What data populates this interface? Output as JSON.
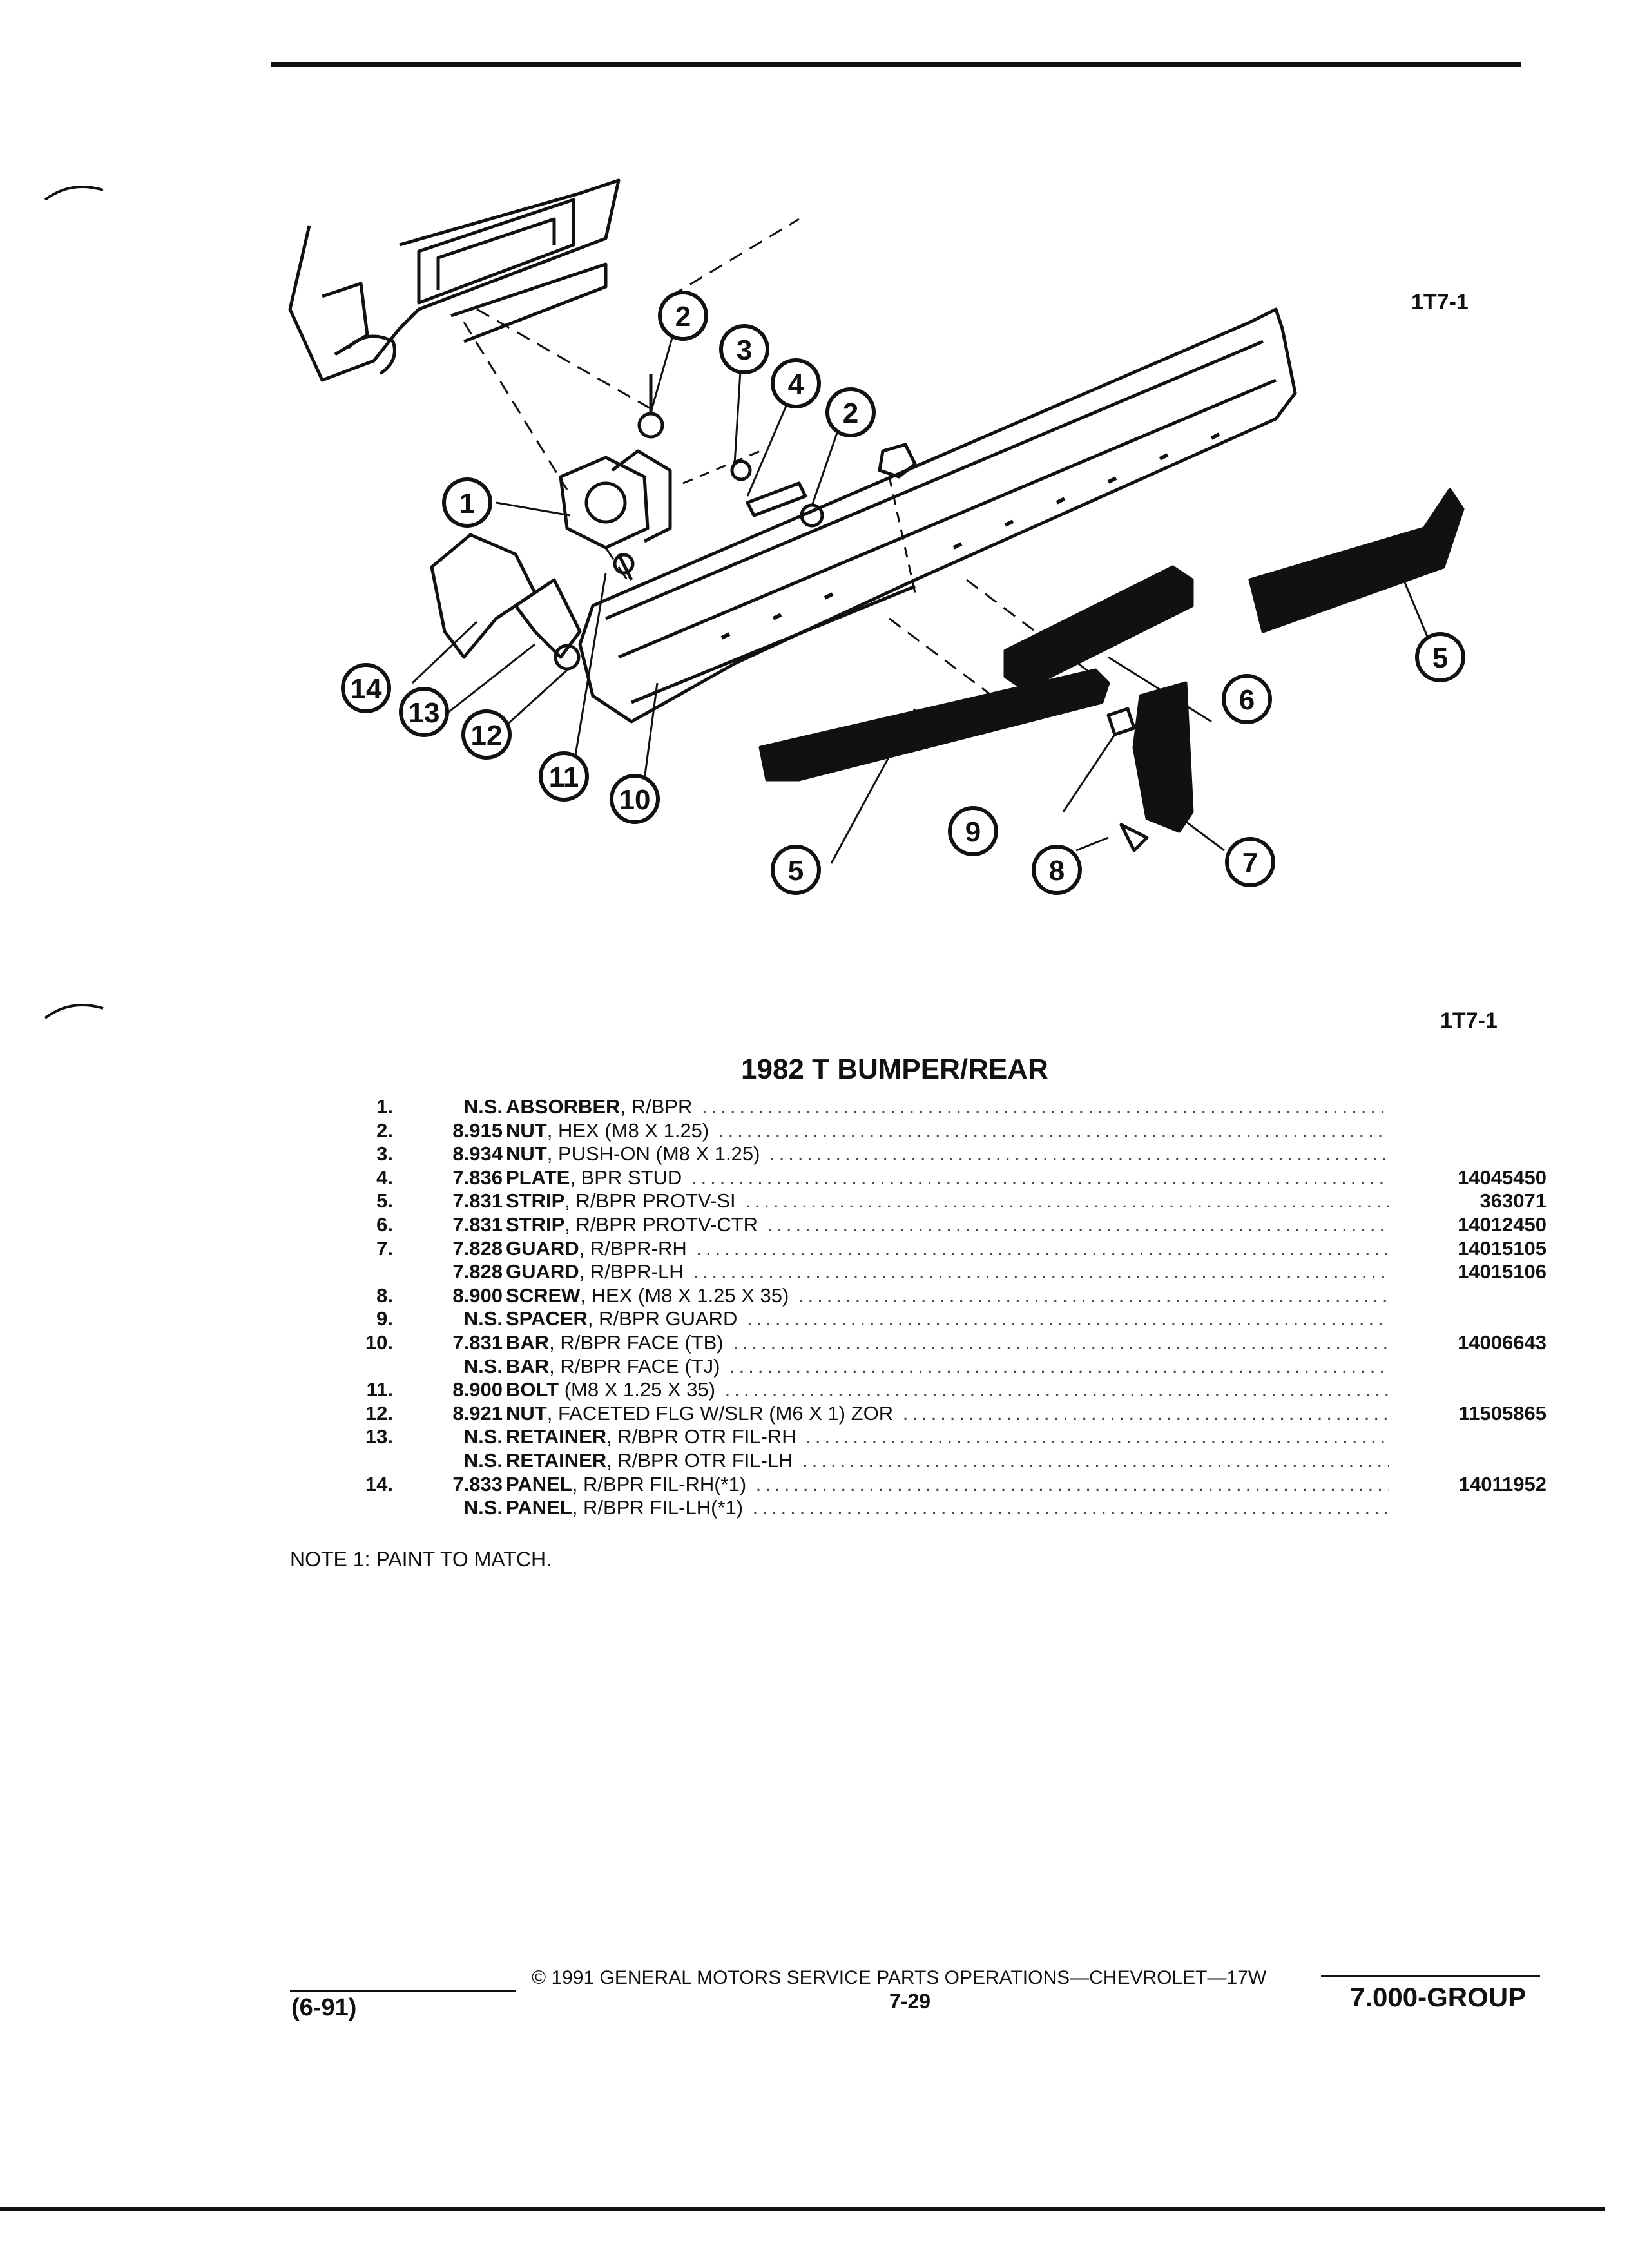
{
  "figure_code_top": "1T7-1",
  "figure_code_mid": "1T7-1",
  "title": "1982 T BUMPER/REAR",
  "callouts": [
    "1",
    "2",
    "2",
    "3",
    "4",
    "5",
    "5",
    "6",
    "7",
    "8",
    "9",
    "10",
    "11",
    "12",
    "13",
    "14"
  ],
  "parts": [
    {
      "no": "1.",
      "grp": "N.S.",
      "name": "ABSORBER",
      "detail": ", R/BPR",
      "pn": ""
    },
    {
      "no": "2.",
      "grp": "8.915",
      "name": "NUT",
      "detail": ", HEX (M8 X 1.25)",
      "pn": ""
    },
    {
      "no": "3.",
      "grp": "8.934",
      "name": "NUT",
      "detail": ", PUSH-ON (M8 X 1.25)",
      "pn": ""
    },
    {
      "no": "4.",
      "grp": "7.836",
      "name": "PLATE",
      "detail": ", BPR STUD",
      "pn": "14045450"
    },
    {
      "no": "5.",
      "grp": "7.831",
      "name": "STRIP",
      "detail": ", R/BPR PROTV-SI",
      "pn": "363071"
    },
    {
      "no": "6.",
      "grp": "7.831",
      "name": "STRIP",
      "detail": ", R/BPR PROTV-CTR",
      "pn": "14012450"
    },
    {
      "no": "7.",
      "grp": "7.828",
      "name": "GUARD",
      "detail": ", R/BPR-RH",
      "pn": "14015105"
    },
    {
      "no": "",
      "grp": "7.828",
      "name": "GUARD",
      "detail": ", R/BPR-LH",
      "pn": "14015106"
    },
    {
      "no": "8.",
      "grp": "8.900",
      "name": "SCREW",
      "detail": ", HEX (M8 X 1.25 X 35)",
      "pn": ""
    },
    {
      "no": "9.",
      "grp": "N.S.",
      "name": "SPACER",
      "detail": ", R/BPR GUARD",
      "pn": ""
    },
    {
      "no": "10.",
      "grp": "7.831",
      "name": "BAR",
      "detail": ", R/BPR FACE (TB)",
      "pn": "14006643"
    },
    {
      "no": "",
      "grp": "N.S.",
      "name": "BAR",
      "detail": ", R/BPR FACE (TJ)",
      "pn": ""
    },
    {
      "no": "11.",
      "grp": "8.900",
      "name": "BOLT",
      "detail": " (M8 X 1.25 X 35)",
      "pn": ""
    },
    {
      "no": "12.",
      "grp": "8.921",
      "name": "NUT",
      "detail": ", FACETED FLG W/SLR (M6 X 1) ZOR",
      "pn": "11505865"
    },
    {
      "no": "13.",
      "grp": "N.S.",
      "name": "RETAINER",
      "detail": ", R/BPR OTR FIL-RH",
      "pn": ""
    },
    {
      "no": "",
      "grp": "N.S.",
      "name": "RETAINER",
      "detail": ", R/BPR OTR FIL-LH",
      "pn": ""
    },
    {
      "no": "14.",
      "grp": "7.833",
      "name": "PANEL",
      "detail": ", R/BPR FIL-RH(*1)",
      "pn": "14011952"
    },
    {
      "no": "",
      "grp": "N.S.",
      "name": "PANEL",
      "detail": ", R/BPR FIL-LH(*1)",
      "pn": ""
    }
  ],
  "note": "NOTE  1:  PAINT TO MATCH.",
  "footer": {
    "copyright": "©  1991  GENERAL MOTORS SERVICE PARTS OPERATIONS—CHEVROLET—17W",
    "page": "7-29",
    "revision": "(6-91)",
    "group": "7.000-GROUP"
  }
}
